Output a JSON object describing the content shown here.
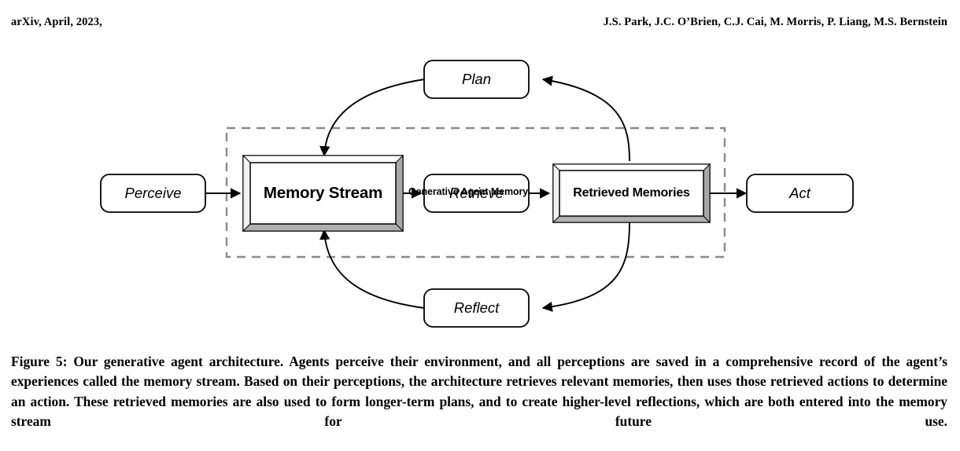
{
  "header": {
    "left": "arXiv, April, 2023,",
    "right": "J.S. Park, J.C. O’Brien, C.J. Cai, M. Morris, P. Liang, M.S. Bernstein"
  },
  "figure": {
    "container_label": "Generative Agent Memory",
    "nodes": {
      "perceive": "Perceive",
      "memory_stream": "Memory Stream",
      "retrieve": "Retrieve",
      "retrieved_memories": "Retrieved Memories",
      "act": "Act",
      "plan": "Plan",
      "reflect": "Reflect"
    },
    "edges": [
      {
        "from": "Perceive",
        "to": "Memory Stream",
        "style": "straight-arrow"
      },
      {
        "from": "Memory Stream",
        "to": "Retrieve",
        "style": "straight-arrow"
      },
      {
        "from": "Retrieve",
        "to": "Retrieved Memories",
        "style": "straight-arrow"
      },
      {
        "from": "Retrieved Memories",
        "to": "Act",
        "style": "straight-arrow"
      },
      {
        "from": "Retrieved Memories",
        "to": "Plan",
        "style": "curve-arrow"
      },
      {
        "from": "Plan",
        "to": "Memory Stream",
        "style": "curve-arrow"
      },
      {
        "from": "Retrieved Memories",
        "to": "Reflect",
        "style": "curve-arrow"
      },
      {
        "from": "Reflect",
        "to": "Memory Stream",
        "style": "curve-arrow"
      }
    ],
    "colors": {
      "stroke": "#000000",
      "bevel": "#b3b3b3",
      "bevel_dark": "#8c8c8c",
      "dashed_border": "#8a8a8a",
      "fill": "#ffffff"
    }
  },
  "caption": {
    "text": "Figure 5: Our generative agent architecture. Agents perceive their environment, and all perceptions are saved in a comprehensive record of the agent’s experiences called the memory stream. Based on their perceptions, the architecture retrieves relevant memories, then uses those retrieved actions to determine an action. These retrieved memories are also used to form longer-term plans, and to create higher-level reflections, which are both entered into the memory stream for future use."
  }
}
